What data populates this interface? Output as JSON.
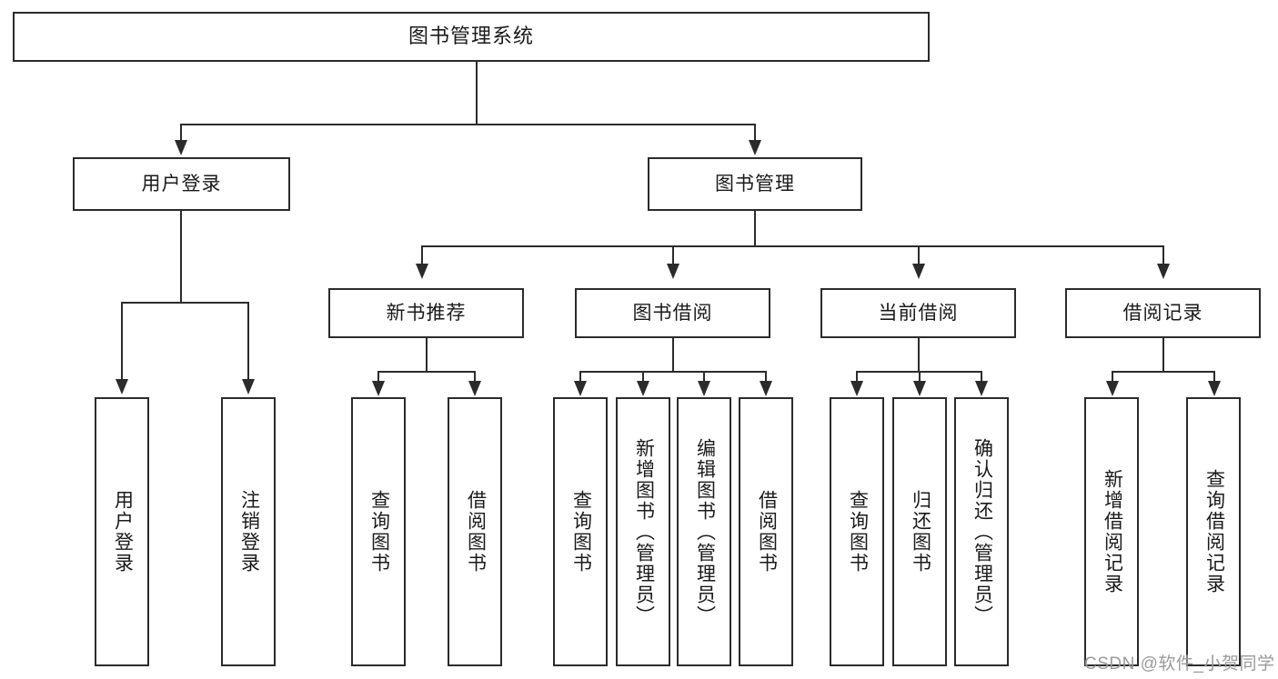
{
  "diagram": {
    "title": "图书管理系统",
    "type": "tree-hierarchy-diagram",
    "root": {
      "label": "图书管理系统"
    },
    "level2": [
      {
        "label": "用户登录"
      },
      {
        "label": "图书管理"
      }
    ],
    "level3": [
      {
        "label": "新书推荐"
      },
      {
        "label": "图书借阅"
      },
      {
        "label": "当前借阅"
      },
      {
        "label": "借阅记录"
      }
    ],
    "leaves": {
      "user_login": [
        {
          "label": "用户登录"
        },
        {
          "label": "注销登录"
        }
      ],
      "new_book_recommend": [
        {
          "label": "查询图书"
        },
        {
          "label": "借阅图书"
        }
      ],
      "book_borrow": [
        {
          "label": "查询图书"
        },
        {
          "label": "新增图书（管理员）"
        },
        {
          "label": "编辑图书（管理员）"
        },
        {
          "label": "借阅图书"
        }
      ],
      "current_borrow": [
        {
          "label": "查询图书"
        },
        {
          "label": "归还图书"
        },
        {
          "label": "确认归还（管理员）"
        }
      ],
      "borrow_record": [
        {
          "label": "新增借阅记录"
        },
        {
          "label": "查询借阅记录"
        }
      ]
    }
  },
  "watermark": {
    "text": "CSDN @软件_小贺同学"
  },
  "colors": {
    "stroke": "#2b2b2b",
    "background": "#ffffff",
    "text": "#1a1a1a",
    "watermark": "#9a9a9a"
  }
}
